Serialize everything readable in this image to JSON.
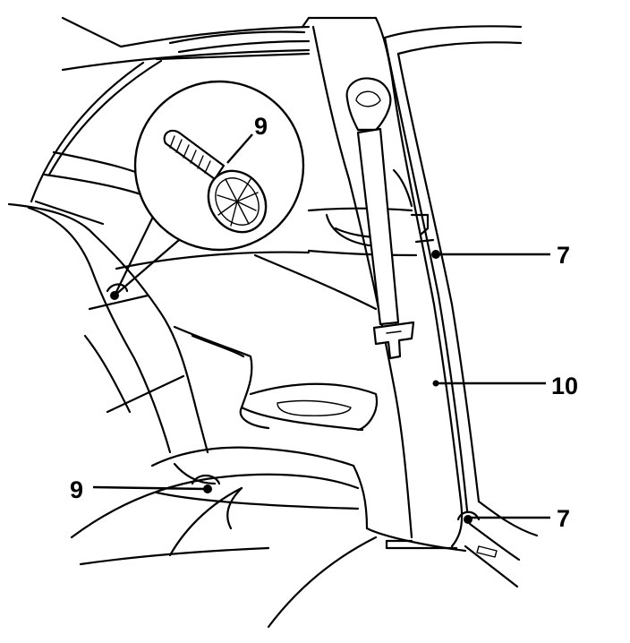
{
  "callouts": {
    "clip_zoom": "9",
    "clip_lower": "9",
    "fastener_upper": "7",
    "trim_panel": "10",
    "fastener_lower": "7"
  }
}
